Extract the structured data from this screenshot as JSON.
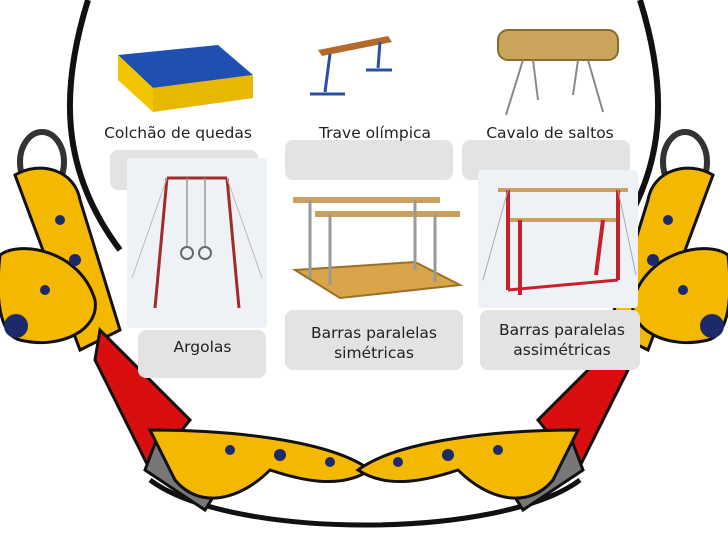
{
  "equipment": [
    {
      "id": "mat",
      "label": "Colchão de quedas",
      "icon": "crash-mat-icon"
    },
    {
      "id": "beam",
      "label": "Trave olímpica",
      "icon": "balance-beam-icon"
    },
    {
      "id": "vault",
      "label": "Cavalo de saltos",
      "icon": "vault-horse-icon"
    },
    {
      "id": "rings",
      "label": "Argolas",
      "icon": "rings-icon"
    },
    {
      "id": "parallel",
      "label_line1": "Barras paralelas",
      "label_line2": "simétricas",
      "icon": "parallel-bars-icon"
    },
    {
      "id": "uneven",
      "label_line1": "Barras paralelas",
      "label_line2": "assimétricas",
      "icon": "uneven-bars-icon"
    }
  ],
  "colors": {
    "frame": "#111111",
    "cheetah_yellow": "#f5b800",
    "cheetah_spots": "#1c2a6b",
    "sleeve_red": "#d90f0f",
    "glove_gray": "#777777",
    "card_gray": "#e3e3e3"
  }
}
